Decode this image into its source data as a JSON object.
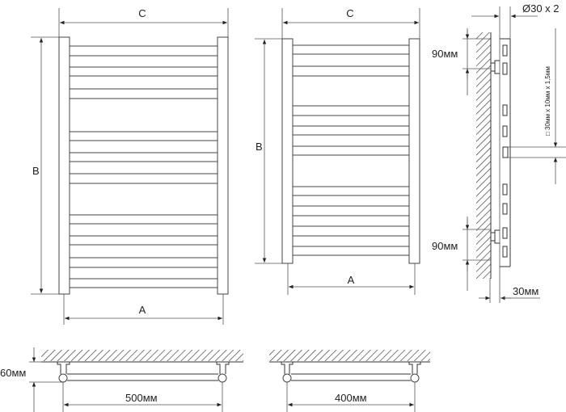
{
  "front_large": {
    "width_label": "C",
    "height_label": "B",
    "axis_label": "A"
  },
  "front_small": {
    "width_label": "C",
    "height_label": "B",
    "axis_label": "A"
  },
  "side_view": {
    "pipe_label": "Ø30 x 2",
    "top_bracket_label": "90мм",
    "bottom_bracket_label": "90мм",
    "rung_profile_label": "□ 30мм x 10мм x 1,5мм",
    "wall_offset_label": "30мм"
  },
  "top_view_large": {
    "depth_label": "60мм",
    "axis_label": "500мм"
  },
  "top_view_small": {
    "axis_label": "400мм"
  },
  "colors": {
    "line": "#333333",
    "background": "#ffffff"
  }
}
